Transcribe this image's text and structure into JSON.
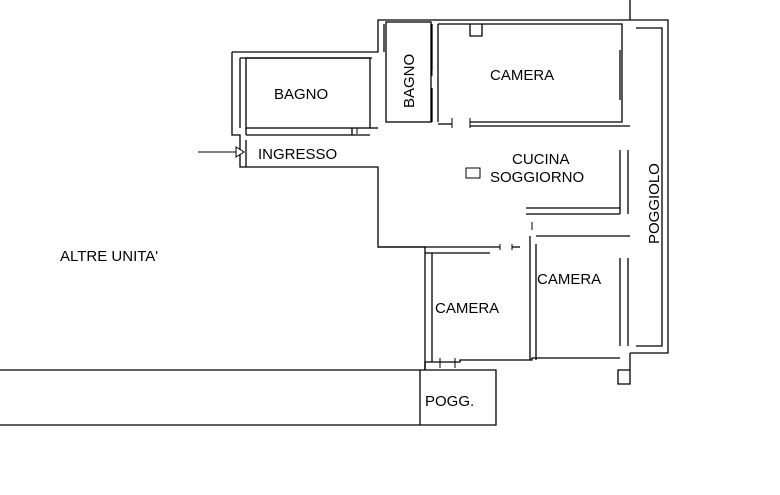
{
  "rooms": {
    "bagno_large": "BAGNO",
    "bagno_small": "BAGNO",
    "camera_top": "CAMERA",
    "ingresso": "INGRESSO",
    "cucina_line1": "CUCINA",
    "cucina_line2": "SOGGIORNO",
    "poggiolo": "POGGIOLO",
    "camera_right": "CAMERA",
    "camera_bottom": "CAMERA",
    "pogg": "POGG.",
    "altre_unita": "ALTRE UNITA'"
  }
}
